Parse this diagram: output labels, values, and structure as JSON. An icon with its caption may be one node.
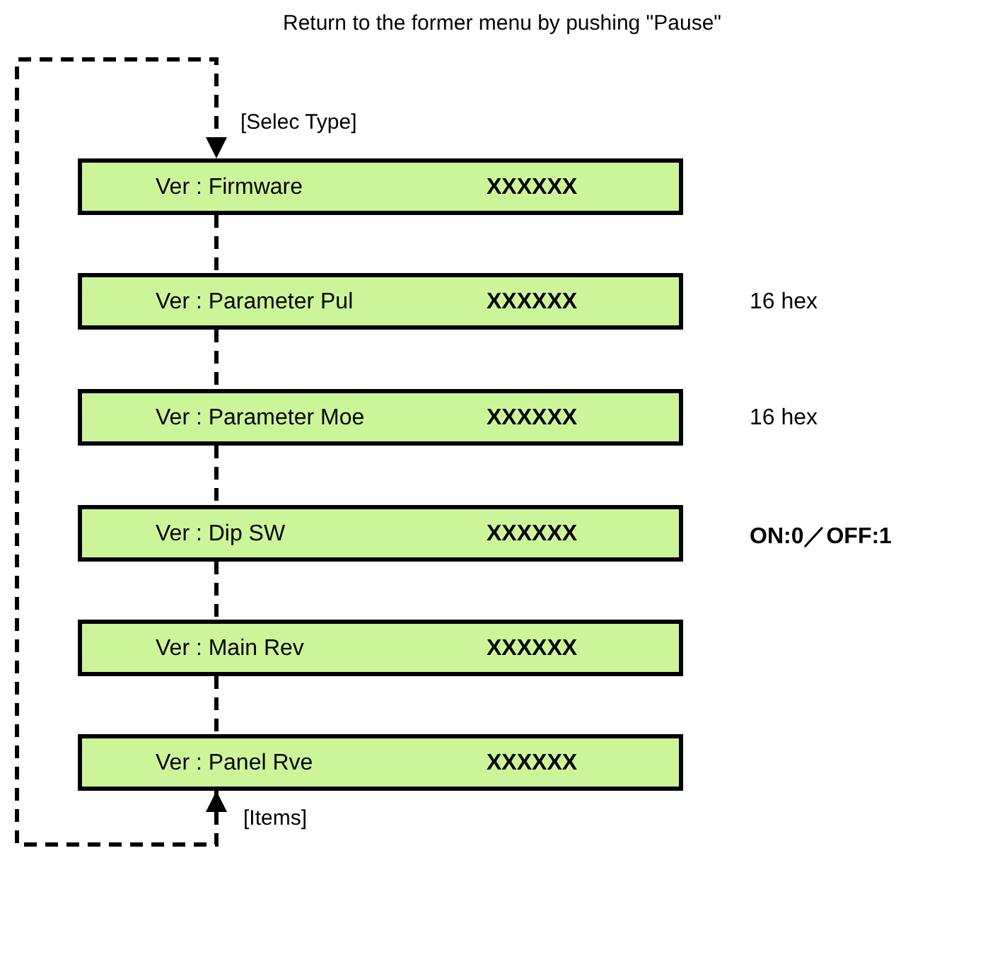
{
  "diagram": {
    "title": "Return to the former menu by pushing \"Pause\"",
    "nodes": [
      {
        "text": [
          "Ver : Firmware",
          "XXXXXX"
        ]
      },
      {
        "text": [
          "Ver : Parameter Pul",
          "XXXXXX"
        ],
        "beside": [
          "16 hex"
        ]
      },
      {
        "text": [
          "Ver : Parameter Moe",
          "XXXXXX"
        ],
        "beside": [
          "16 hex"
        ]
      },
      {
        "text": [
          "Ver : Dip SW",
          "XXXXXX"
        ],
        "beside": [
          "ON:0／OFF:1"
        ]
      },
      {
        "text": [
          "Ver : Main Rev",
          "XXXXXX"
        ]
      },
      {
        "text": [
          "Ver : Panel Rve",
          "XXXXXX"
        ]
      }
    ],
    "edges": [
      {
        "from": 0,
        "to": 1,
        "arrow": "none",
        "style": "dashed"
      },
      {
        "from": 1,
        "to": 2,
        "arrow": "none",
        "style": "dashed"
      },
      {
        "from": 2,
        "to": 3,
        "arrow": "none",
        "style": "dashed"
      },
      {
        "from": 3,
        "to": 4,
        "arrow": "none",
        "style": "dashed"
      },
      {
        "from": 4,
        "to": 5,
        "arrow": "none",
        "style": "dashed"
      },
      {
        "from": 5,
        "to": 0,
        "arrow": "both",
        "style": "dashed"
      }
    ],
    "labels": [
      "[Selec Type]",
      "[Items]"
    ]
  }
}
